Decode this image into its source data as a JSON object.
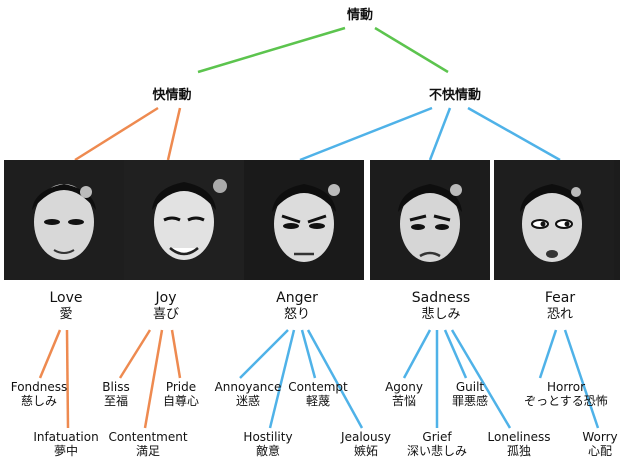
{
  "root": {
    "label": "情動"
  },
  "branches": [
    {
      "key": "pleasant",
      "label": "快情動"
    },
    {
      "key": "unpleasant",
      "label": "不快情動"
    }
  ],
  "emotions": [
    {
      "en": "Love",
      "ja": "愛"
    },
    {
      "en": "Joy",
      "ja": "喜び"
    },
    {
      "en": "Anger",
      "ja": "怒り"
    },
    {
      "en": "Sadness",
      "ja": "悲しみ"
    },
    {
      "en": "Fear",
      "ja": "恐れ"
    }
  ],
  "sub_emotions": [
    {
      "en": "Fondness",
      "ja": "慈しみ"
    },
    {
      "en": "Infatuation",
      "ja": "夢中"
    },
    {
      "en": "Bliss",
      "ja": "至福"
    },
    {
      "en": "Contentment",
      "ja": "満足"
    },
    {
      "en": "Pride",
      "ja": "自尊心"
    },
    {
      "en": "Annoyance",
      "ja": "迷惑"
    },
    {
      "en": "Hostility",
      "ja": "敵意"
    },
    {
      "en": "Contempt",
      "ja": "軽蔑"
    },
    {
      "en": "Jealousy",
      "ja": "嫉妬"
    },
    {
      "en": "Agony",
      "ja": "苦悩"
    },
    {
      "en": "Grief",
      "ja": "深い悲しみ"
    },
    {
      "en": "Guilt",
      "ja": "罪悪感"
    },
    {
      "en": "Loneliness",
      "ja": "孤独"
    },
    {
      "en": "Horror",
      "ja": "ぞっとする恐怖"
    },
    {
      "en": "Worry",
      "ja": "心配"
    }
  ],
  "colors": {
    "root_lines": "#5cc44e",
    "pleasant_lines": "#ee8a50",
    "unpleasant_lines": "#4fb2e8"
  }
}
